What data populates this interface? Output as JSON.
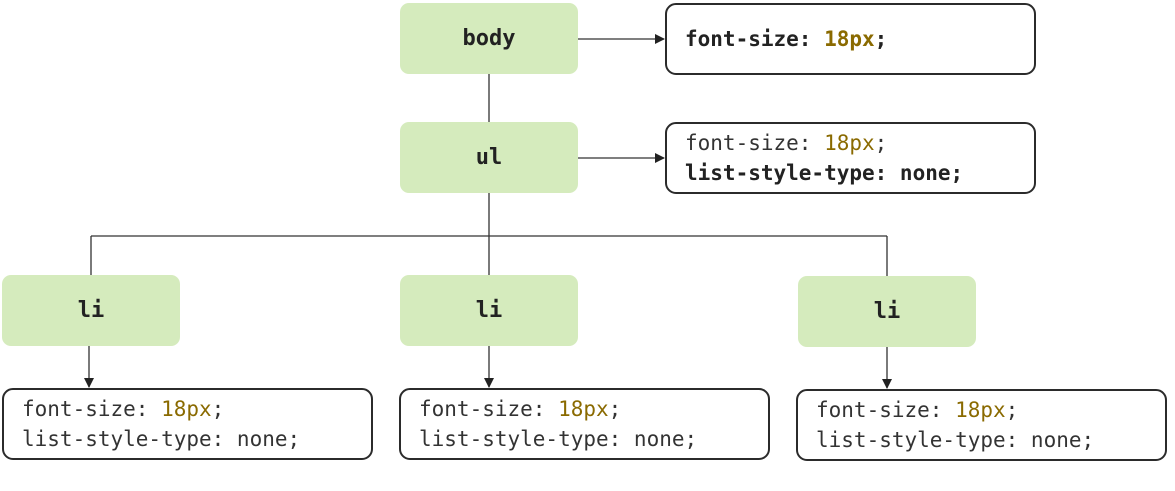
{
  "nodes": {
    "body": "body",
    "ul": "ul",
    "li1": "li",
    "li2": "li",
    "li3": "li"
  },
  "boxes": {
    "body": {
      "font_size_prop": "font-size: ",
      "font_size_val": "18px",
      "font_size_end": ";"
    },
    "ul": {
      "font_size_prop": "font-size: ",
      "font_size_val": "18px",
      "font_size_end": ";",
      "list_style": "list-style-type: none;"
    },
    "li1": {
      "font_size_prop": "font-size: ",
      "font_size_val": "18px",
      "font_size_end": ";",
      "list_style": "list-style-type: none;"
    },
    "li2": {
      "font_size_prop": "font-size: ",
      "font_size_val": "18px",
      "font_size_end": ";",
      "list_style": "list-style-type: none;"
    },
    "li3": {
      "font_size_prop": "font-size: ",
      "font_size_val": "18px",
      "font_size_end": ";",
      "list_style": "list-style-type: none;"
    }
  },
  "colors": {
    "node_fill": "#d5ebbd",
    "value_text": "#8a6a00",
    "border": "#2b2b2b"
  }
}
